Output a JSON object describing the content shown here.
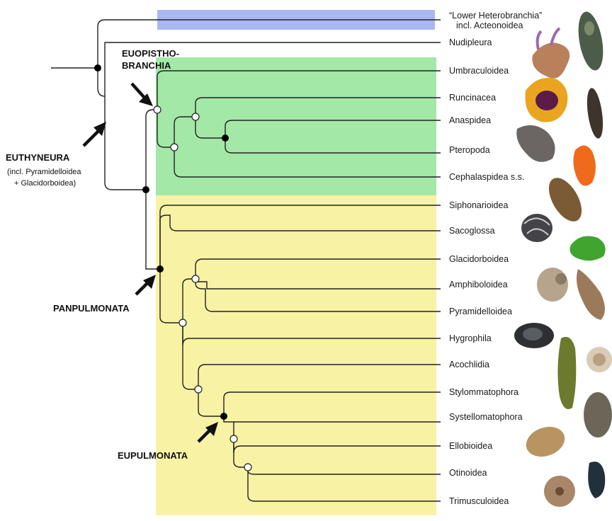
{
  "colors": {
    "lower_band": "#a9b8f2",
    "euopisthobranchia_bg": "#a3e8a7",
    "panpulmonata_bg": "#f8f2a4",
    "node_filled": "#000000",
    "node_open": "#ffffff"
  },
  "taxa": [
    "“Lower Heterobranchia”",
    "incl. Acteonoidea",
    "Nudipleura",
    "Umbraculoidea",
    "Runcinacea",
    "Anaspidea",
    "Pteropoda",
    "Cephalaspidea s.s.",
    "Siphonarioidea",
    "Sacoglossa",
    "Glacidorboidea",
    "Amphiboloidea",
    "Pyramidelloidea",
    "Hygrophila",
    "Acochlidia",
    "Stylommatophora",
    "Systellomatophora",
    "Ellobioidea",
    "Otinoidea",
    "Trimusculoidea"
  ],
  "clades": {
    "euthyneura": "EUTHYNEURA",
    "euthyneura_note_1": "(incl. Pyramidelloidea",
    "euthyneura_note_2": "+ Glacidorboidea)",
    "euopisthobranchia_1": "EUOPISTHO-",
    "euopisthobranchia_2": "BRANCHIA",
    "panpulmonata": "PANPULMONATA",
    "eupulmonata": "EUPULMONATA"
  },
  "photos": [
    "sea-slug-photo",
    "shelled-snail-photo",
    "orange-slug-photo",
    "dark-slug-photo",
    "sea-hare-photo",
    "red-pteropod-photo",
    "brown-slug-photo",
    "limpet-photo",
    "green-sacoglossan-photo",
    "spiral-snail-photo",
    "brown-sea-hare-photo",
    "planorbid-snail-photo",
    "semi-slug-photo",
    "white-snail-photo",
    "onchidiid-photo",
    "ellobiid-snail-photo",
    "trimusculus-limpet-photo",
    "otina-snail-photo"
  ]
}
